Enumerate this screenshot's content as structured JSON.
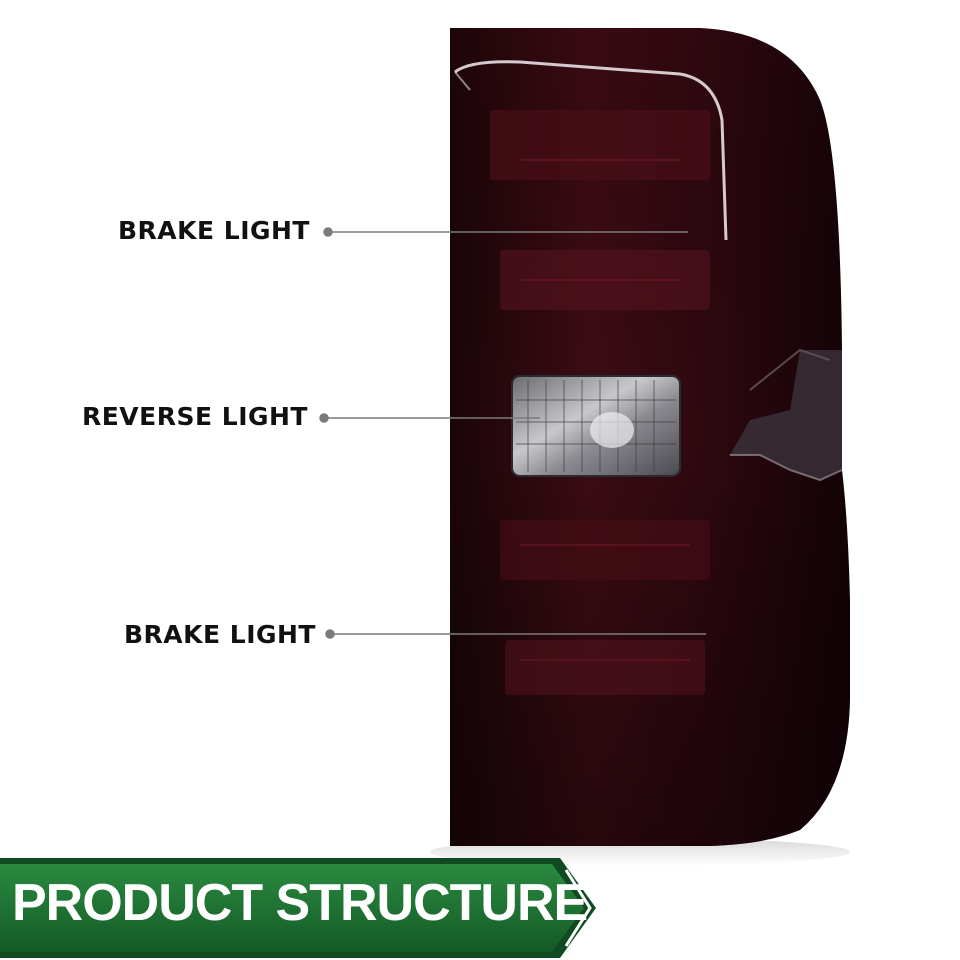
{
  "callouts": {
    "upper_brake": "BRAKE LIGHT",
    "reverse": "REVERSE LIGHT",
    "lower_brake": "BRAKE LIGHT"
  },
  "banner": {
    "title": "PRODUCT STRUCTURE"
  },
  "colors": {
    "banner_green": "#1e7a35",
    "banner_dark_green": "#0f4a20",
    "lamp_dark": "#2a0a10",
    "lamp_red": "#5a1420",
    "callout_line": "#7a7a7a"
  },
  "icons": {
    "banner_arrow": "chevron-right-icon",
    "callout_marker": "dot-icon"
  }
}
